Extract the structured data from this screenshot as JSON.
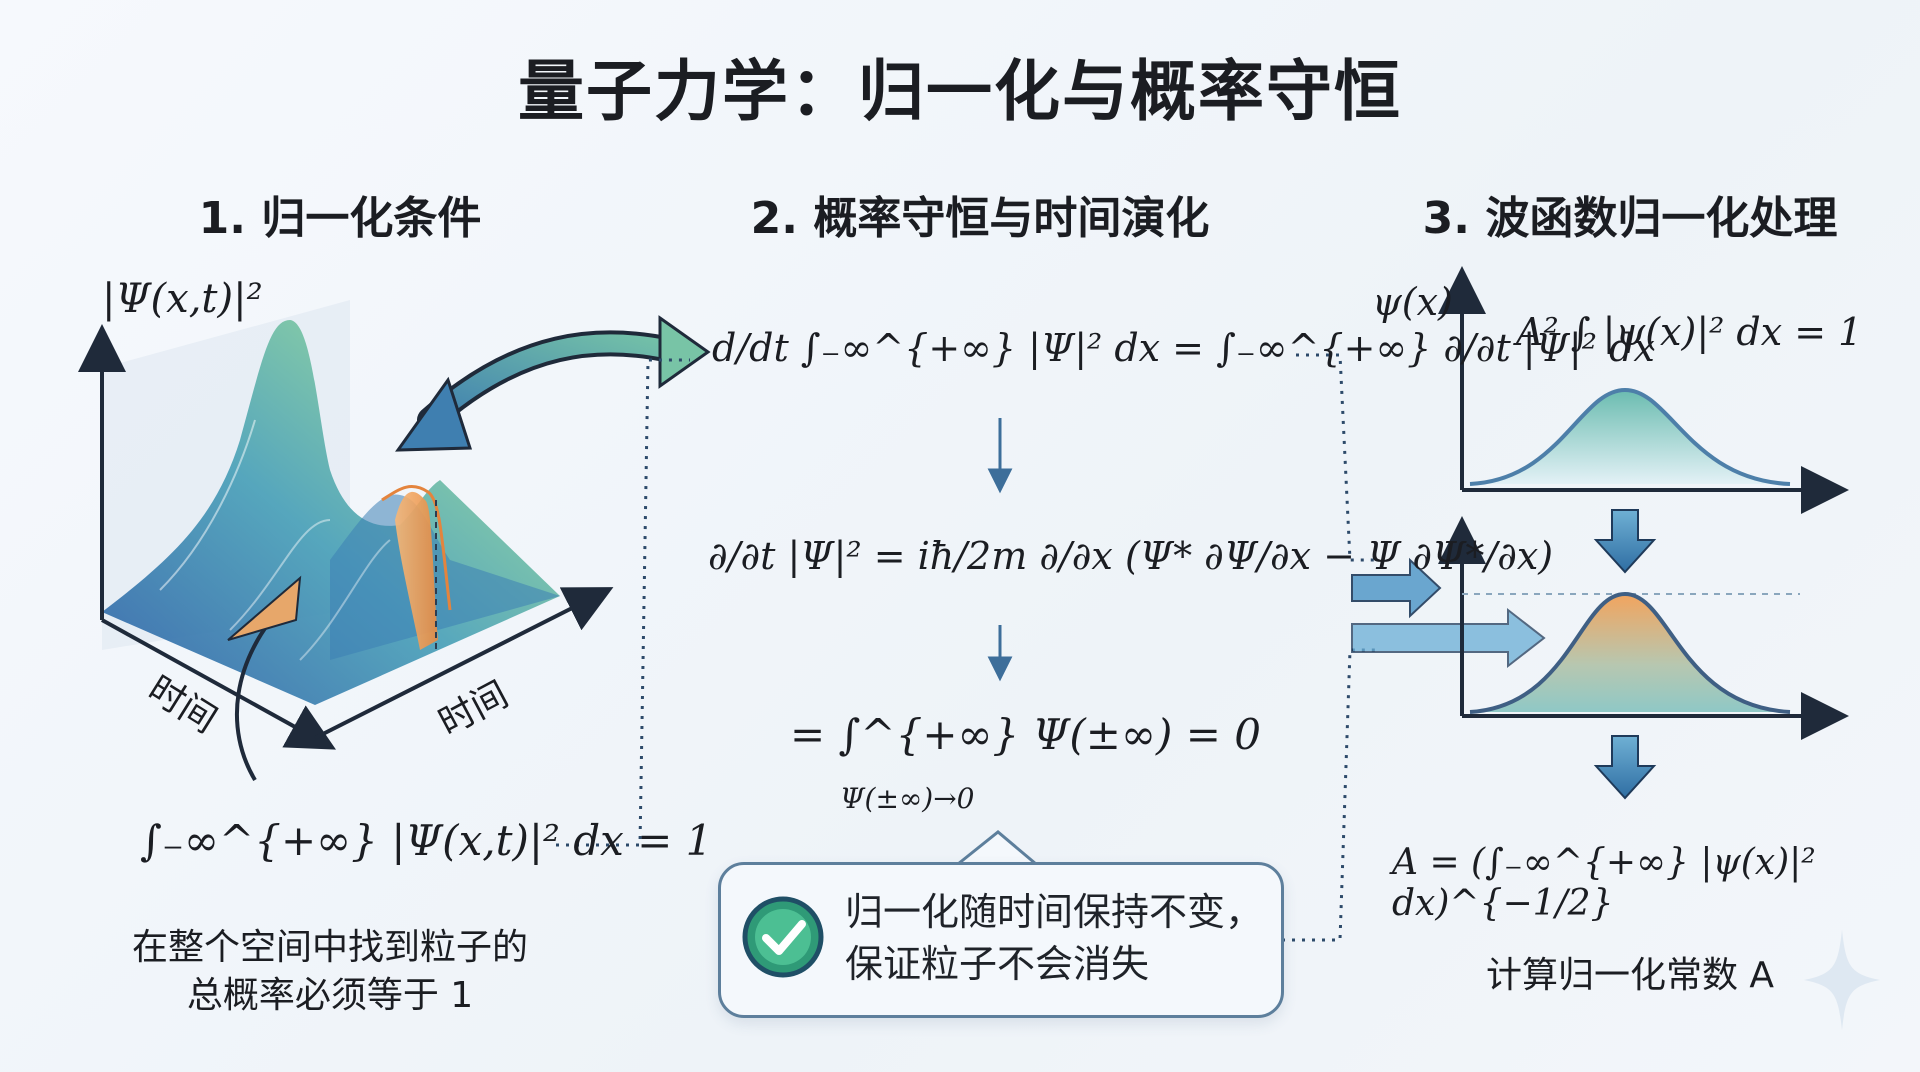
{
  "title": "量子力学：归一化与概率守恒",
  "sections": [
    {
      "label": "1. 归一化条件"
    },
    {
      "label": "2. 概率守恒与时间演化"
    },
    {
      "label": "3. 波函数归一化处理"
    }
  ],
  "panel1": {
    "y_axis_label": "|Ψ(x,t)|²",
    "axis_label_left": "时间",
    "axis_label_right": "时间",
    "equation": "∫₋∞^{+∞} |Ψ(x,t)|² dx = 1",
    "caption_line1": "在整个空间中找到粒子的",
    "caption_line2": "总概率必须等于 1"
  },
  "panel2": {
    "eq1": "d/dt ∫₋∞^{+∞} |Ψ|² dx = ∫₋∞^{+∞} ∂/∂t |Ψ|² dx",
    "eq2": "∂/∂t |Ψ|² = iħ/2m ∂/∂x (Ψ* ∂Ψ/∂x − Ψ ∂Ψ*/∂x)",
    "eq3": "= ∫^{+∞} Ψ(±∞) = 0",
    "eq3_sub": "Ψ(±∞)→0",
    "callout_line1": "归一化随时间保持不变，",
    "callout_line2": "保证粒子不会消失"
  },
  "panel3": {
    "y_axis_label": "ψ(x)",
    "eq_top": "A² ∫ |ψ(x)|² dx = 1",
    "eq_bottom": "A = (∫₋∞^{+∞} |ψ(x)|² dx)^{−1/2}",
    "caption": "计算归一化常数 A"
  },
  "colors": {
    "arrow_blue": "#3f7fb0",
    "teal": "#5bb8a6",
    "orange": "#f0a15c",
    "check_green": "#3aa37a"
  }
}
